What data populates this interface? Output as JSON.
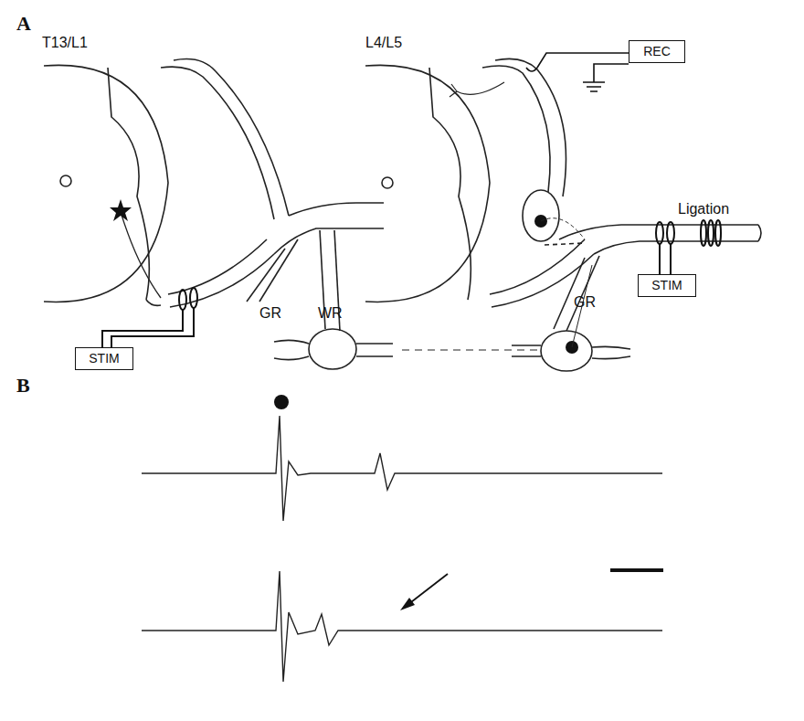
{
  "diagram": {
    "nodes": [
      {
        "text": [
          "REC"
        ]
      },
      {
        "text": [
          "STIM"
        ]
      },
      {
        "text": [
          "STIM"
        ]
      }
    ],
    "labels": [
      "A",
      "T13/L1",
      "L4/L5",
      "Ligation",
      "GR",
      "WR",
      "GR",
      "B"
    ]
  }
}
